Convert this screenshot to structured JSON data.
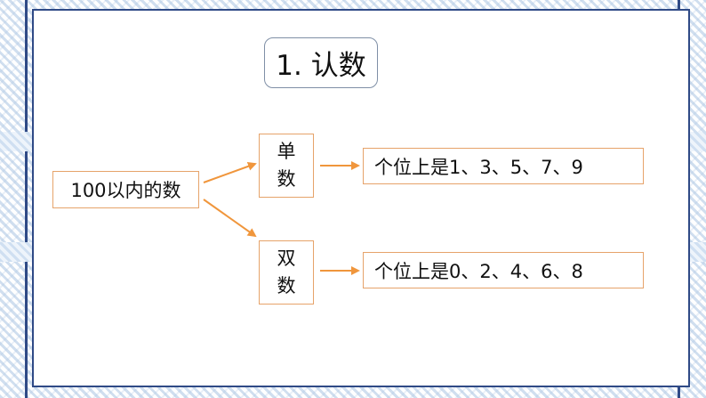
{
  "title": "1. 认数",
  "root": "100以内的数",
  "categories": [
    {
      "line1": "单",
      "line2": "数",
      "rule": "个位上是1、3、5、7、9"
    },
    {
      "line1": "双",
      "line2": "数",
      "rule": "个位上是0、2、4、6、8"
    }
  ],
  "colors": {
    "accent": "#f0963c",
    "frame": "#2f4a86",
    "box_border": "#e6a36a"
  }
}
